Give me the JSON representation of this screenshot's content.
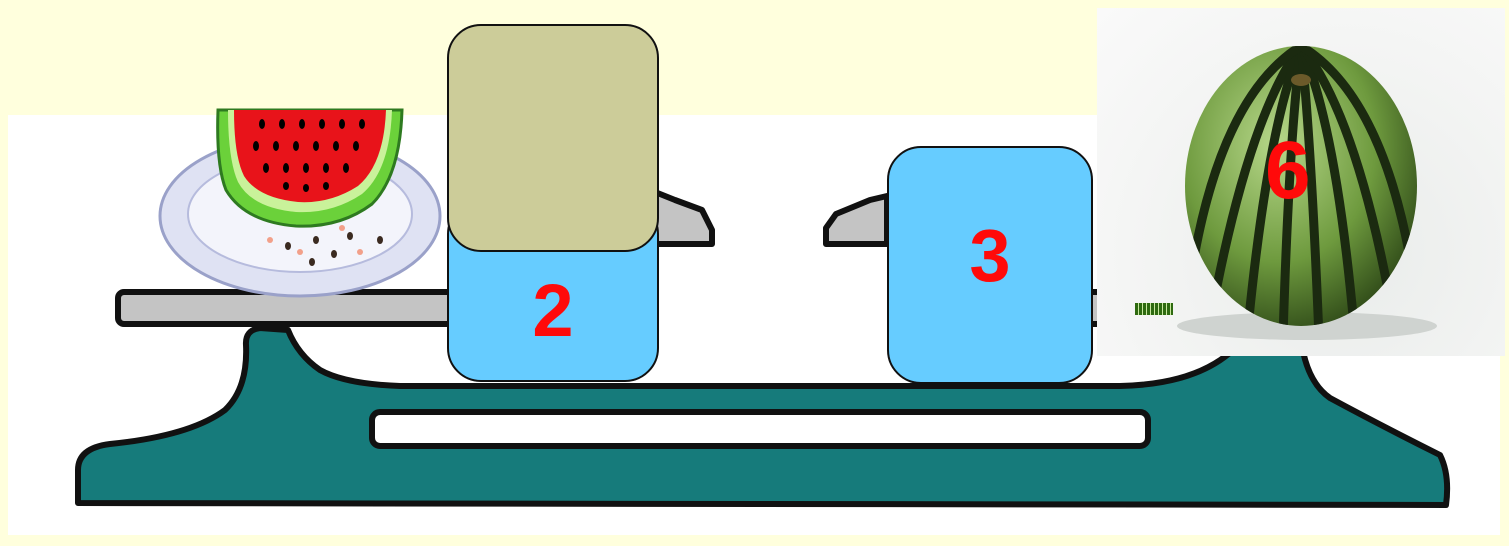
{
  "weights": {
    "left_front_label": "2",
    "right_label": "3",
    "melon_label": "6"
  },
  "colors": {
    "background": "#ffffdd",
    "weight_blue": "#66ccff",
    "weight_tan": "#cccc99",
    "number_red": "#ff0a0a",
    "scale_teal": "#167b7b",
    "pan_gray": "#c4c4c4"
  },
  "icons": {
    "watermelon_slice": "watermelon-slice-icon",
    "whole_watermelon": "whole-watermelon-icon",
    "balance_scale": "balance-scale-icon"
  }
}
